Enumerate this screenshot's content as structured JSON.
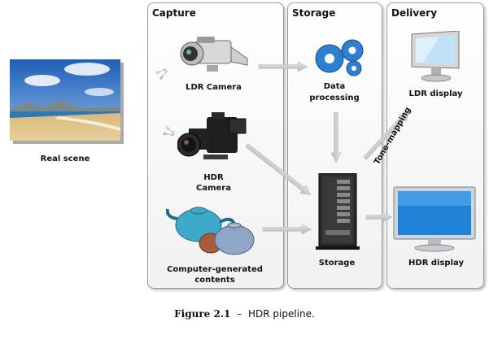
{
  "panels": {
    "capture": "Capture",
    "storage": "Storage",
    "delivery": "Delivery"
  },
  "nodes": {
    "real_scene": "Real scene",
    "ldr_camera": "LDR Camera",
    "hdr_camera_line1": "HDR",
    "hdr_camera_line2": "Camera",
    "cg_line1": "Computer-generated",
    "cg_line2": "contents",
    "data_line1": "Data",
    "data_line2": "processing",
    "storage": "Storage",
    "ldr_display": "LDR display",
    "hdr_display": "HDR display"
  },
  "edges": {
    "tone_mapping": "Tone-mapping"
  },
  "caption": {
    "label": "Figure 2.1",
    "separator": "–",
    "text": "HDR pipeline."
  }
}
